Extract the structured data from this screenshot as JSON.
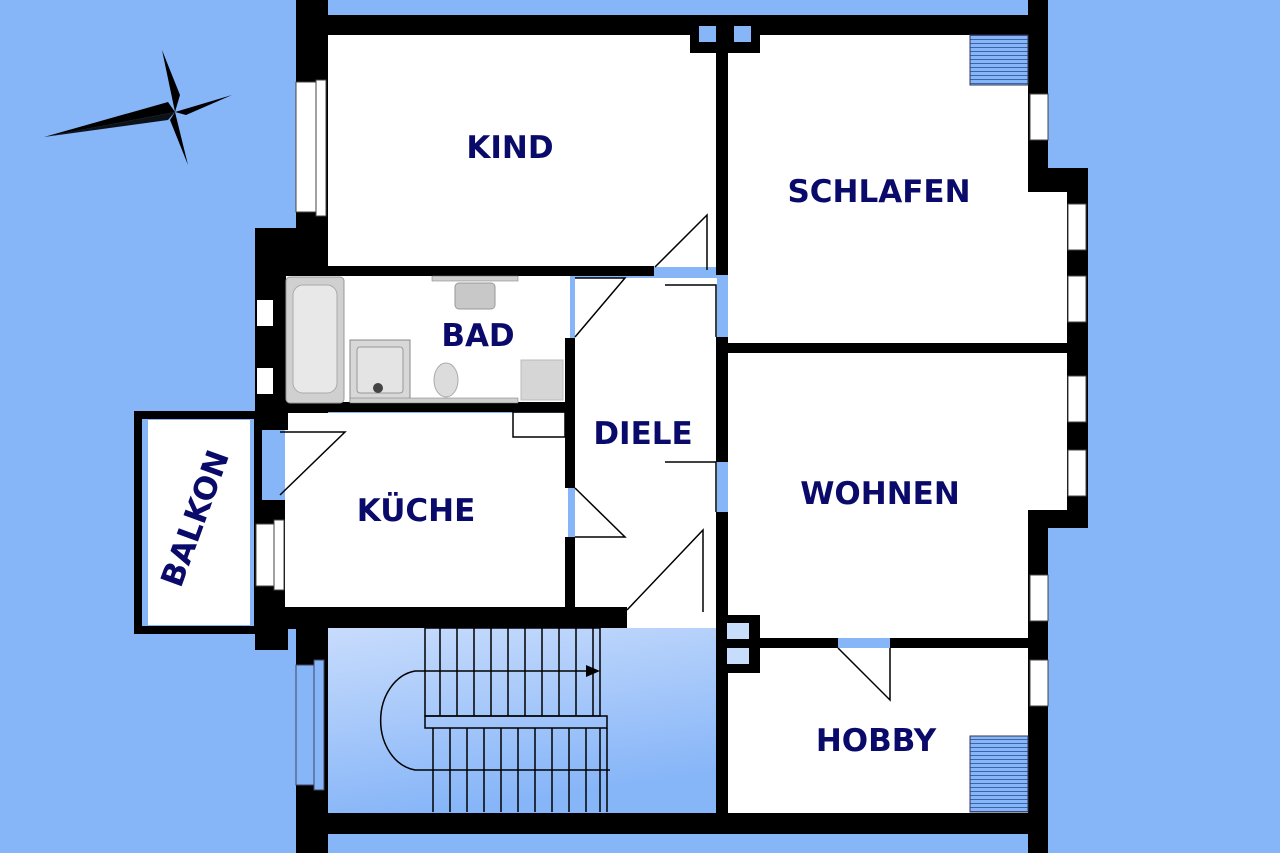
{
  "title": "Floor plan",
  "colors": {
    "background": "#86b5f8",
    "wall": "#000000",
    "room": "#ffffff",
    "label": "#0a0a6b",
    "stair_light": "#c8dcfc",
    "stair_dark": "#86b5f8",
    "fixture": "#cfcfcf"
  },
  "compass": {
    "icon": "compass-rose-icon"
  },
  "rooms": {
    "kind": {
      "label": "KIND"
    },
    "schlafen": {
      "label": "SCHLAFEN"
    },
    "bad": {
      "label": "BAD"
    },
    "diele": {
      "label": "DIELE"
    },
    "kueche": {
      "label": "KÜCHE"
    },
    "wohnen": {
      "label": "WOHNEN"
    },
    "balkon": {
      "label": "BALKON"
    },
    "hobby": {
      "label": "HOBBY"
    }
  },
  "fixtures": [
    "bathtub",
    "shower-tray",
    "sink",
    "toilet",
    "washing-machine",
    "radiator-schlafen",
    "radiator-hobby"
  ],
  "stairwell": {
    "arrow": "stair-direction-arrow-icon"
  }
}
